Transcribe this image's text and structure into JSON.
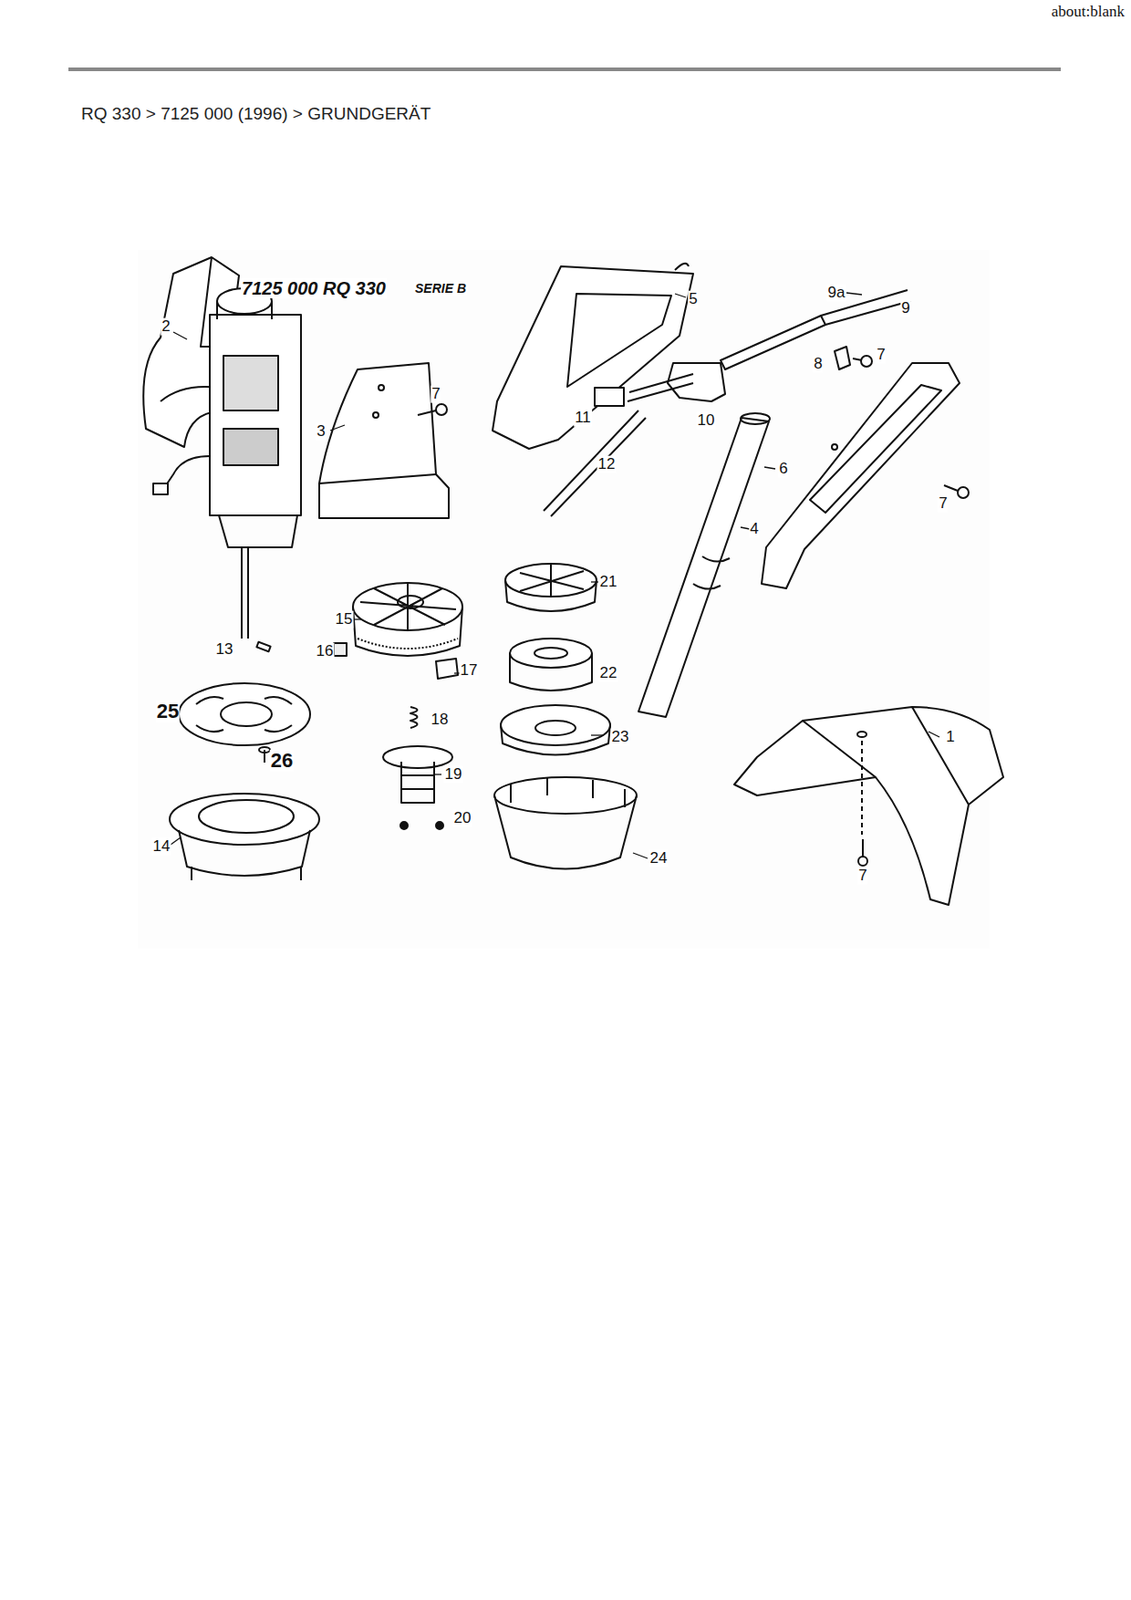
{
  "diagram": {
    "title": "RQ 330 > 7125 000 (1996) > GRUNDGERÄT",
    "labels": [
      "about:blank",
      "7125 000 RQ 330",
      "SERIE B",
      "2",
      "5",
      "9a",
      "9",
      "8",
      "7",
      "7",
      "3",
      "11",
      "10",
      "6",
      "7",
      "12",
      "4",
      "21",
      "15",
      "16",
      "13",
      "17",
      "22",
      "25",
      "18",
      "1",
      "23",
      "26",
      "19",
      "20",
      "14",
      "24",
      "7"
    ]
  }
}
